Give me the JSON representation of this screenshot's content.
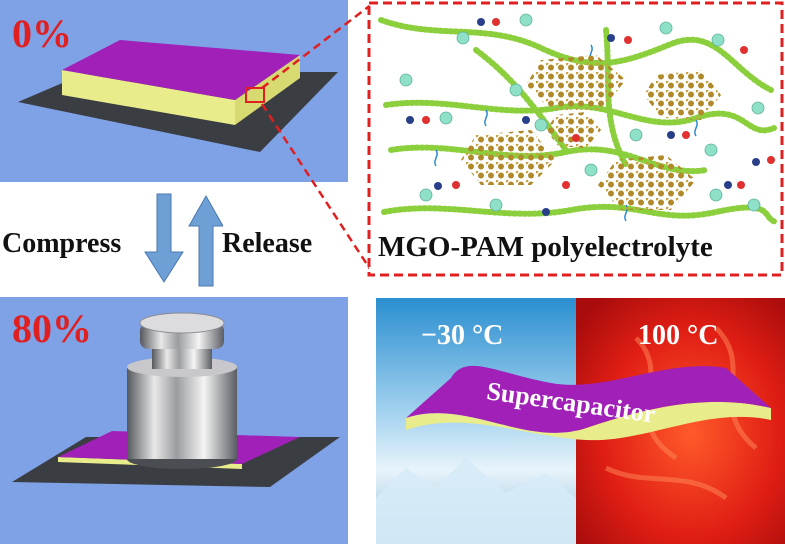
{
  "top_panel": {
    "percent": "0%"
  },
  "bottom_panel": {
    "percent": "80%"
  },
  "arrows": {
    "compress": "Compress",
    "release": "Release"
  },
  "detail_panel": {
    "caption": "MGO-PAM polyelectrolyte"
  },
  "device_panel": {
    "cold_temp": "−30 °C",
    "hot_temp": "100 °C",
    "device_label": "Supercapacitor"
  },
  "colors": {
    "panel_blue": "#7fa1e6",
    "electrode_magenta": "#a020b8",
    "electrolyte_yellow": "#e8ec8a",
    "substrate_dark": "#3a3d42",
    "accent_red": "#e02020",
    "arrow_blue": "#6ea0d6",
    "chain_green": "#8ccf3c",
    "graphene_gold": "#b08a2a",
    "cation_teal": "#8fe0c8"
  }
}
